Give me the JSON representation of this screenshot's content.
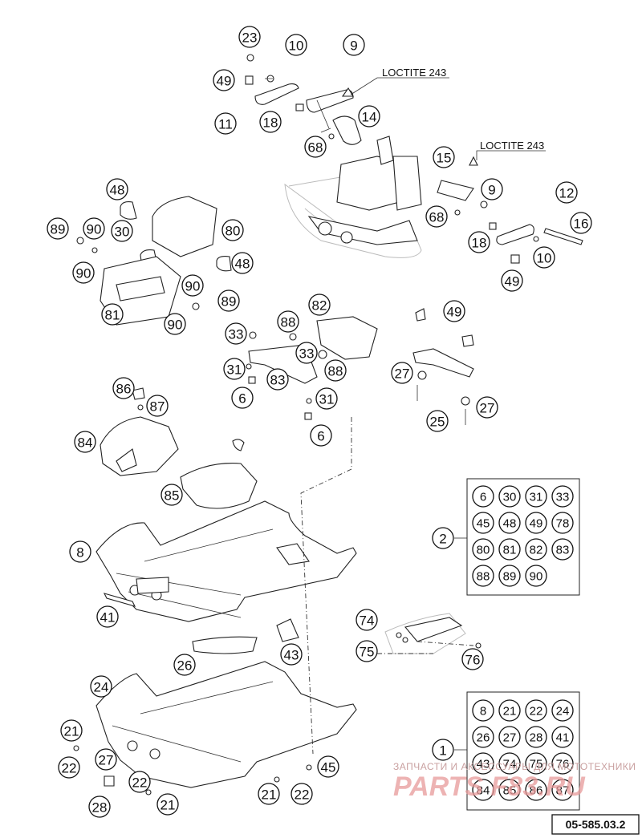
{
  "diagram_code": "05-585.03.2",
  "notes": {
    "loctite_a": "LOCTITE 243",
    "loctite_b": "LOCTITE 243"
  },
  "kit_2": {
    "label": "2",
    "items": [
      "6",
      "30",
      "31",
      "33",
      "45",
      "48",
      "49",
      "78",
      "80",
      "81",
      "82",
      "83",
      "88",
      "89",
      "90"
    ]
  },
  "kit_1": {
    "label": "1",
    "items": [
      "8",
      "21",
      "22",
      "24",
      "26",
      "27",
      "28",
      "41",
      "43",
      "74",
      "75",
      "76",
      "84",
      "85",
      "86",
      "87"
    ]
  },
  "watermark": {
    "top": "ЗАПЧАСТИ И АКСЕССУАРЫ ДЛЯ МОТОТЕХНИКИ",
    "logo": "PARTS F83.RU"
  },
  "callouts": [
    "23",
    "10",
    "49",
    "9",
    "11",
    "18",
    "14",
    "68",
    "15",
    "9",
    "68",
    "12",
    "16",
    "18",
    "10",
    "49",
    "48",
    "89",
    "90",
    "30",
    "80",
    "90",
    "48",
    "81",
    "90",
    "89",
    "90",
    "82",
    "49",
    "33",
    "88",
    "33",
    "31",
    "83",
    "88",
    "27",
    "6",
    "31",
    "27",
    "25",
    "6",
    "86",
    "87",
    "84",
    "85",
    "8",
    "41",
    "43",
    "26",
    "74",
    "75",
    "76",
    "24",
    "21",
    "22",
    "27",
    "22",
    "28",
    "21",
    "21",
    "22",
    "45"
  ],
  "colors": {
    "ink": "#111111",
    "watermark": "#e89a9a"
  }
}
